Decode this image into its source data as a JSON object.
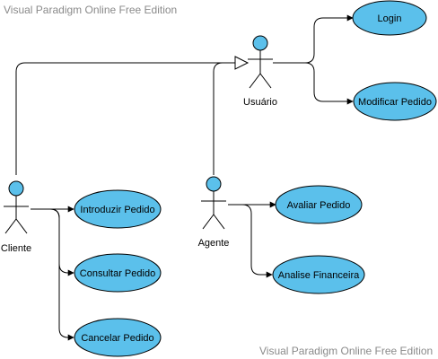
{
  "watermarks": {
    "top": "Visual Paradigm Online Free Edition",
    "bottom": "Visual Paradigm Online Free Edition"
  },
  "actors": {
    "usuario": "Usuário",
    "cliente": "Cliente",
    "agente": "Agente"
  },
  "use_cases": {
    "login": "Login",
    "modificar_pedido": "Modificar Pedido",
    "introduzir_pedido": "Introduzir Pedido",
    "consultar_pedido": "Consultar Pedido",
    "cancelar_pedido": "Cancelar Pedido",
    "avaliar_pedido": "Avaliar Pedido",
    "analise_financeira": "Analise Financeira"
  },
  "colors": {
    "actor_fill": "#5bc0eb",
    "use_case_fill": "#5bc0eb",
    "stroke": "#000000"
  }
}
